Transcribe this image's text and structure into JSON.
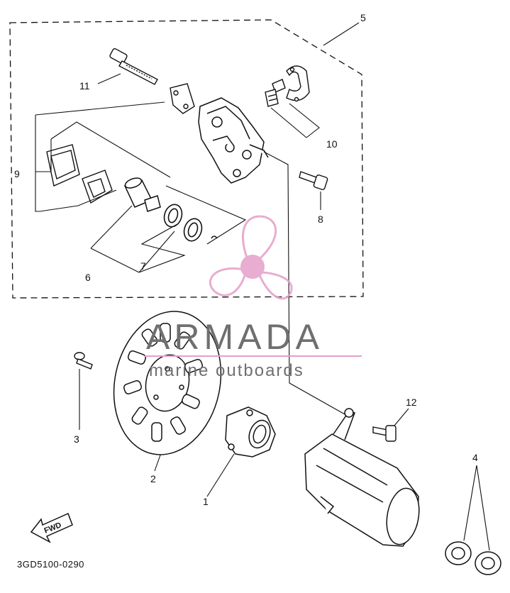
{
  "diagram": {
    "callouts": {
      "c1": "1",
      "c2": "2",
      "c3": "3",
      "c4": "4",
      "c5": "5",
      "c6": "6",
      "c7": "7",
      "c8": "8",
      "c9": "9",
      "c10": "10",
      "c11": "11",
      "c12": "12"
    },
    "fwd_label": "FWD",
    "drawing_code": "3GD5100-0290"
  },
  "watermark": {
    "brand": "ARMADA",
    "tagline": "marine outboards",
    "logo_color": "#e59fc8",
    "text_color": "#6f6f6f"
  }
}
